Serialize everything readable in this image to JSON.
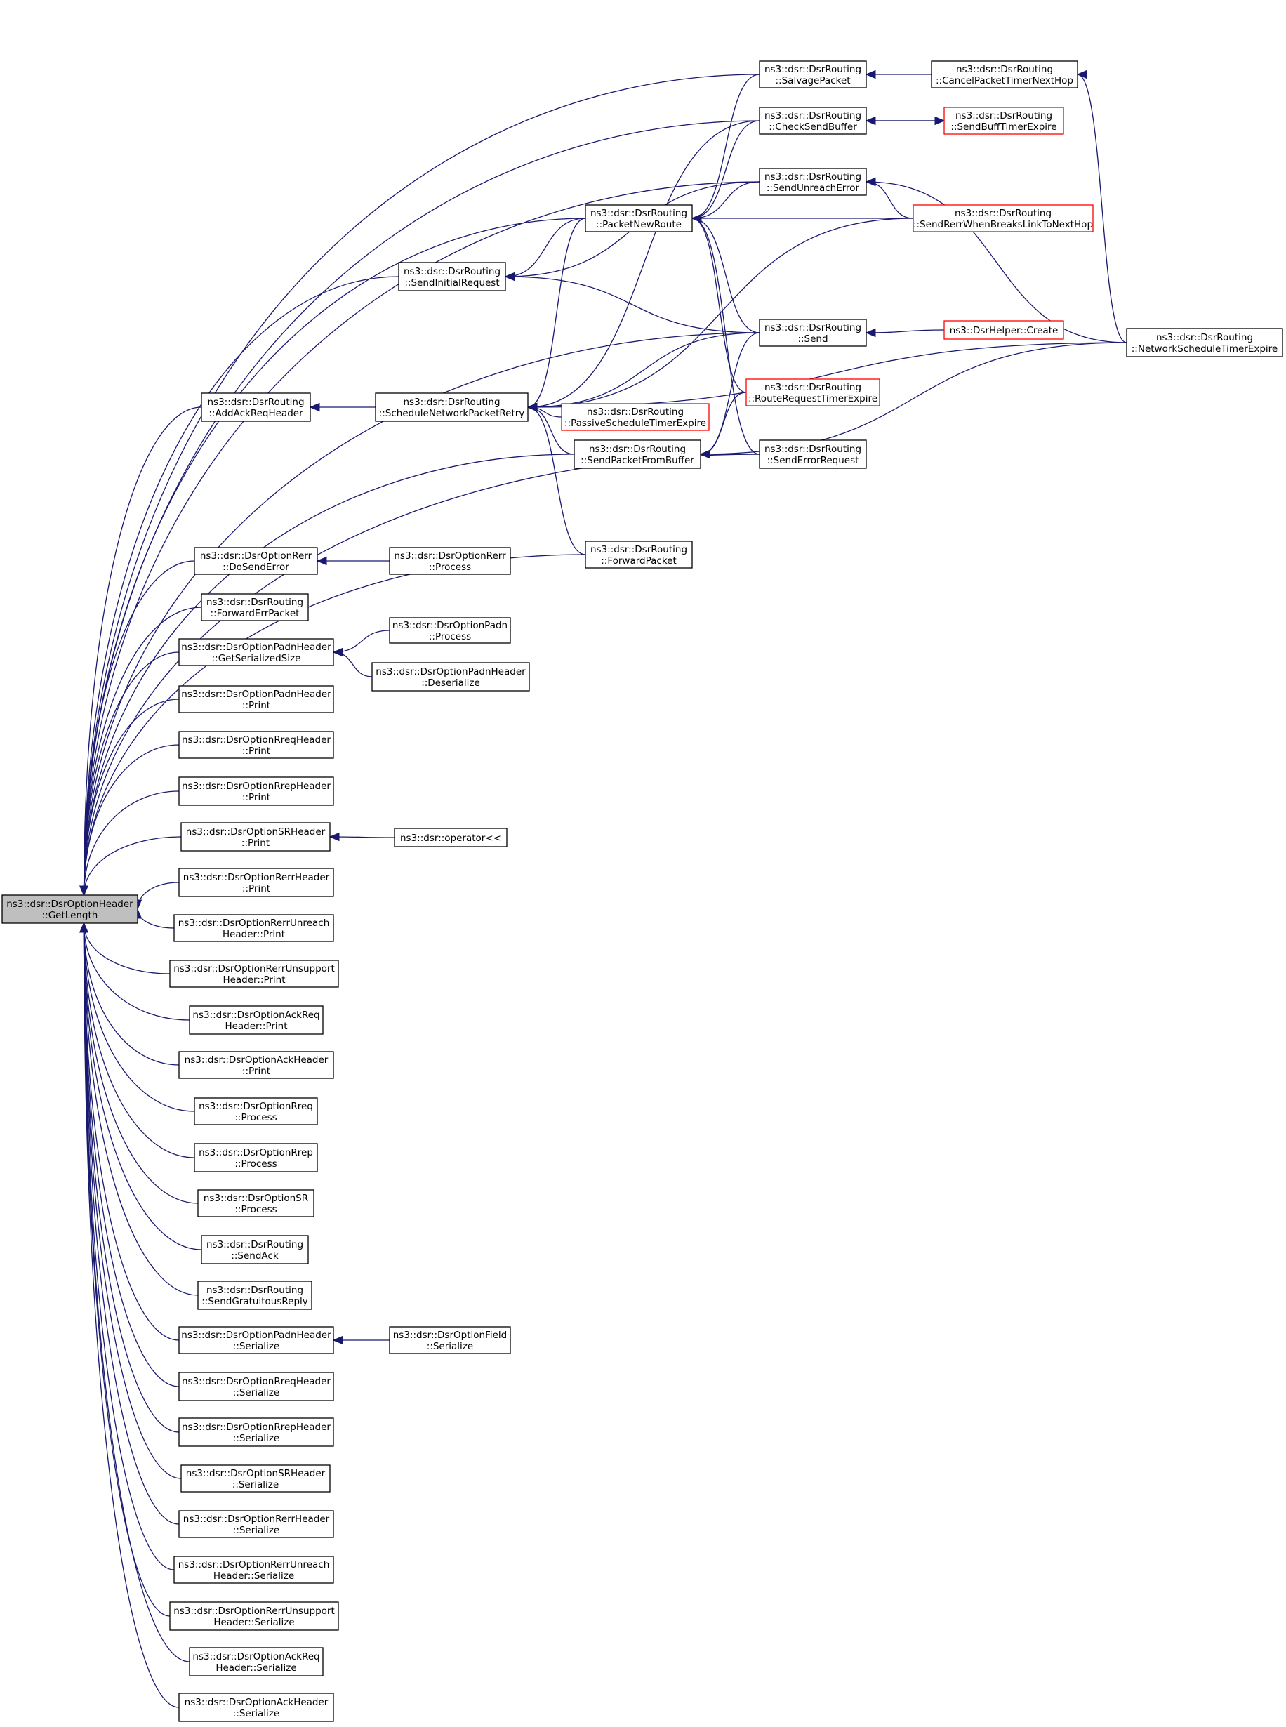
{
  "graph": {
    "type": "call-graph",
    "colors": {
      "edge": "#191970",
      "node_border": "#000000",
      "truncated_border": "#ff0000",
      "root_fill": "#bfbfbf"
    },
    "nodes": [
      {
        "id": "root",
        "lines": [
          "ns3::dsr::DsrOptionHeader",
          "::GetLength"
        ],
        "style": "root"
      },
      {
        "id": "salvage",
        "lines": [
          "ns3::dsr::DsrRouting",
          "::SalvagePacket"
        ],
        "style": "normal"
      },
      {
        "id": "cancelnext",
        "lines": [
          "ns3::dsr::DsrRouting",
          "::CancelPacketTimerNextHop"
        ],
        "style": "normal"
      },
      {
        "id": "checksend",
        "lines": [
          "ns3::dsr::DsrRouting",
          "::CheckSendBuffer"
        ],
        "style": "normal"
      },
      {
        "id": "sendbufftimer",
        "lines": [
          "ns3::dsr::DsrRouting",
          "::SendBuffTimerExpire"
        ],
        "style": "truncated"
      },
      {
        "id": "sendunreach",
        "lines": [
          "ns3::dsr::DsrRouting",
          "::SendUnreachError"
        ],
        "style": "normal"
      },
      {
        "id": "packetnewroute",
        "lines": [
          "ns3::dsr::DsrRouting",
          "::PacketNewRoute"
        ],
        "style": "normal"
      },
      {
        "id": "senderrwhen",
        "lines": [
          "ns3::dsr::DsrRouting",
          "::SendRerrWhenBreaksLinkToNextHop"
        ],
        "style": "truncated"
      },
      {
        "id": "sendinitial",
        "lines": [
          "ns3::dsr::DsrRouting",
          "::SendInitialRequest"
        ],
        "style": "normal"
      },
      {
        "id": "send",
        "lines": [
          "ns3::dsr::DsrRouting",
          "::Send"
        ],
        "style": "normal"
      },
      {
        "id": "helpercreate",
        "lines": [
          "ns3::DsrHelper::Create"
        ],
        "style": "truncated"
      },
      {
        "id": "networksched",
        "lines": [
          "ns3::dsr::DsrRouting",
          "::NetworkScheduleTimerExpire"
        ],
        "style": "normal"
      },
      {
        "id": "addackreq",
        "lines": [
          "ns3::dsr::DsrRouting",
          "::AddAckReqHeader"
        ],
        "style": "normal"
      },
      {
        "id": "schedretry",
        "lines": [
          "ns3::dsr::DsrRouting",
          "::ScheduleNetworkPacketRetry"
        ],
        "style": "normal"
      },
      {
        "id": "passivesched",
        "lines": [
          "ns3::dsr::DsrRouting",
          "::PassiveScheduleTimerExpire"
        ],
        "style": "truncated"
      },
      {
        "id": "routereqtimer",
        "lines": [
          "ns3::dsr::DsrRouting",
          "::RouteRequestTimerExpire"
        ],
        "style": "truncated"
      },
      {
        "id": "sendpktbuf",
        "lines": [
          "ns3::dsr::DsrRouting",
          "::SendPacketFromBuffer"
        ],
        "style": "normal"
      },
      {
        "id": "senderrreq",
        "lines": [
          "ns3::dsr::DsrRouting",
          "::SendErrorRequest"
        ],
        "style": "normal"
      },
      {
        "id": "forwardpkt",
        "lines": [
          "ns3::dsr::DsrRouting",
          "::ForwardPacket"
        ],
        "style": "normal"
      },
      {
        "id": "dosenderr",
        "lines": [
          "ns3::dsr::DsrOptionRerr",
          "::DoSendError"
        ],
        "style": "normal"
      },
      {
        "id": "rerrprocess",
        "lines": [
          "ns3::dsr::DsrOptionRerr",
          "::Process"
        ],
        "style": "normal"
      },
      {
        "id": "forwarderr",
        "lines": [
          "ns3::dsr::DsrRouting",
          "::ForwardErrPacket"
        ],
        "style": "normal"
      },
      {
        "id": "padngetsize",
        "lines": [
          "ns3::dsr::DsrOptionPadnHeader",
          "::GetSerializedSize"
        ],
        "style": "normal"
      },
      {
        "id": "padnprocess",
        "lines": [
          "ns3::dsr::DsrOptionPadn",
          "::Process"
        ],
        "style": "normal"
      },
      {
        "id": "padndeser",
        "lines": [
          "ns3::dsr::DsrOptionPadnHeader",
          "::Deserialize"
        ],
        "style": "normal"
      },
      {
        "id": "padnprint",
        "lines": [
          "ns3::dsr::DsrOptionPadnHeader",
          "::Print"
        ],
        "style": "normal"
      },
      {
        "id": "rreqprint",
        "lines": [
          "ns3::dsr::DsrOptionRreqHeader",
          "::Print"
        ],
        "style": "normal"
      },
      {
        "id": "rrepprint",
        "lines": [
          "ns3::dsr::DsrOptionRrepHeader",
          "::Print"
        ],
        "style": "normal"
      },
      {
        "id": "srprint",
        "lines": [
          "ns3::dsr::DsrOptionSRHeader",
          "::Print"
        ],
        "style": "normal"
      },
      {
        "id": "oplshift",
        "lines": [
          "ns3::dsr::operator<<"
        ],
        "style": "normal"
      },
      {
        "id": "rerrprint",
        "lines": [
          "ns3::dsr::DsrOptionRerrHeader",
          "::Print"
        ],
        "style": "normal"
      },
      {
        "id": "rerrunreachprint",
        "lines": [
          "ns3::dsr::DsrOptionRerrUnreach",
          "Header::Print"
        ],
        "style": "normal"
      },
      {
        "id": "rerrunsupprint",
        "lines": [
          "ns3::dsr::DsrOptionRerrUnsupport",
          "Header::Print"
        ],
        "style": "normal"
      },
      {
        "id": "ackreqprint",
        "lines": [
          "ns3::dsr::DsrOptionAckReq",
          "Header::Print"
        ],
        "style": "normal"
      },
      {
        "id": "ackprint",
        "lines": [
          "ns3::dsr::DsrOptionAckHeader",
          "::Print"
        ],
        "style": "normal"
      },
      {
        "id": "rreqprocess",
        "lines": [
          "ns3::dsr::DsrOptionRreq",
          "::Process"
        ],
        "style": "normal"
      },
      {
        "id": "rrepprocess",
        "lines": [
          "ns3::dsr::DsrOptionRrep",
          "::Process"
        ],
        "style": "normal"
      },
      {
        "id": "srprocess",
        "lines": [
          "ns3::dsr::DsrOptionSR",
          "::Process"
        ],
        "style": "normal"
      },
      {
        "id": "sendack",
        "lines": [
          "ns3::dsr::DsrRouting",
          "::SendAck"
        ],
        "style": "normal"
      },
      {
        "id": "sendgratuitous",
        "lines": [
          "ns3::dsr::DsrRouting",
          "::SendGratuitousReply"
        ],
        "style": "normal"
      },
      {
        "id": "padnser",
        "lines": [
          "ns3::dsr::DsrOptionPadnHeader",
          "::Serialize"
        ],
        "style": "normal"
      },
      {
        "id": "fieldser",
        "lines": [
          "ns3::dsr::DsrOptionField",
          "::Serialize"
        ],
        "style": "normal"
      },
      {
        "id": "rreqser",
        "lines": [
          "ns3::dsr::DsrOptionRreqHeader",
          "::Serialize"
        ],
        "style": "normal"
      },
      {
        "id": "rrepser",
        "lines": [
          "ns3::dsr::DsrOptionRrepHeader",
          "::Serialize"
        ],
        "style": "normal"
      },
      {
        "id": "srser",
        "lines": [
          "ns3::dsr::DsrOptionSRHeader",
          "::Serialize"
        ],
        "style": "normal"
      },
      {
        "id": "rerrser",
        "lines": [
          "ns3::dsr::DsrOptionRerrHeader",
          "::Serialize"
        ],
        "style": "normal"
      },
      {
        "id": "rerrunreachser",
        "lines": [
          "ns3::dsr::DsrOptionRerrUnreach",
          "Header::Serialize"
        ],
        "style": "normal"
      },
      {
        "id": "rerrunsupser",
        "lines": [
          "ns3::dsr::DsrOptionRerrUnsupport",
          "Header::Serialize"
        ],
        "style": "normal"
      },
      {
        "id": "ackreqser",
        "lines": [
          "ns3::dsr::DsrOptionAckReq",
          "Header::Serialize"
        ],
        "style": "normal"
      },
      {
        "id": "ackser",
        "lines": [
          "ns3::dsr::DsrOptionAckHeader",
          "::Serialize"
        ],
        "style": "normal"
      }
    ],
    "edges": [
      [
        "root",
        "salvage"
      ],
      [
        "root",
        "checksend"
      ],
      [
        "root",
        "sendunreach"
      ],
      [
        "root",
        "packetnewroute"
      ],
      [
        "root",
        "sendinitial"
      ],
      [
        "root",
        "send"
      ],
      [
        "root",
        "addackreq"
      ],
      [
        "root",
        "sendpktbuf"
      ],
      [
        "root",
        "forwardpkt"
      ],
      [
        "root",
        "senderrreq"
      ],
      [
        "root",
        "dosenderr"
      ],
      [
        "root",
        "forwarderr"
      ],
      [
        "root",
        "padngetsize"
      ],
      [
        "root",
        "padnprint"
      ],
      [
        "root",
        "rreqprint"
      ],
      [
        "root",
        "rrepprint"
      ],
      [
        "root",
        "srprint"
      ],
      [
        "root",
        "rerrprint"
      ],
      [
        "root",
        "rerrunreachprint"
      ],
      [
        "root",
        "rerrunsupprint"
      ],
      [
        "root",
        "ackreqprint"
      ],
      [
        "root",
        "ackprint"
      ],
      [
        "root",
        "rreqprocess"
      ],
      [
        "root",
        "rrepprocess"
      ],
      [
        "root",
        "srprocess"
      ],
      [
        "root",
        "sendack"
      ],
      [
        "root",
        "sendgratuitous"
      ],
      [
        "root",
        "padnser"
      ],
      [
        "root",
        "rreqser"
      ],
      [
        "root",
        "rrepser"
      ],
      [
        "root",
        "srser"
      ],
      [
        "root",
        "rerrser"
      ],
      [
        "root",
        "rerrunreachser"
      ],
      [
        "root",
        "rerrunsupser"
      ],
      [
        "root",
        "ackreqser"
      ],
      [
        "root",
        "ackser"
      ],
      [
        "salvage",
        "cancelnext"
      ],
      [
        "checksend",
        "sendbufftimer"
      ],
      [
        "sendbufftimer",
        "checksend"
      ],
      [
        "sendunreach",
        "senderrwhen"
      ],
      [
        "sendunreach",
        "networksched"
      ],
      [
        "packetnewroute",
        "salvage"
      ],
      [
        "packetnewroute",
        "checksend"
      ],
      [
        "packetnewroute",
        "sendunreach"
      ],
      [
        "packetnewroute",
        "senderrwhen"
      ],
      [
        "packetnewroute",
        "send"
      ],
      [
        "packetnewroute",
        "routereqtimer"
      ],
      [
        "packetnewroute",
        "senderrreq"
      ],
      [
        "sendinitial",
        "packetnewroute"
      ],
      [
        "sendinitial",
        "sendunreach"
      ],
      [
        "sendinitial",
        "send"
      ],
      [
        "send",
        "helpercreate"
      ],
      [
        "cancelnext",
        "networksched"
      ],
      [
        "addackreq",
        "schedretry"
      ],
      [
        "schedretry",
        "packetnewroute"
      ],
      [
        "schedretry",
        "checksend"
      ],
      [
        "schedretry",
        "senderrwhen"
      ],
      [
        "schedretry",
        "send"
      ],
      [
        "schedretry",
        "passivesched"
      ],
      [
        "schedretry",
        "sendpktbuf"
      ],
      [
        "schedretry",
        "forwardpkt"
      ],
      [
        "schedretry",
        "networksched"
      ],
      [
        "sendpktbuf",
        "send"
      ],
      [
        "sendpktbuf",
        "routereqtimer"
      ],
      [
        "sendpktbuf",
        "senderrreq"
      ],
      [
        "sendpktbuf",
        "networksched"
      ],
      [
        "dosenderr",
        "rerrprocess"
      ],
      [
        "padngetsize",
        "padnprocess"
      ],
      [
        "padngetsize",
        "padndeser"
      ],
      [
        "srprint",
        "oplshift"
      ],
      [
        "padnser",
        "fieldser"
      ]
    ]
  }
}
